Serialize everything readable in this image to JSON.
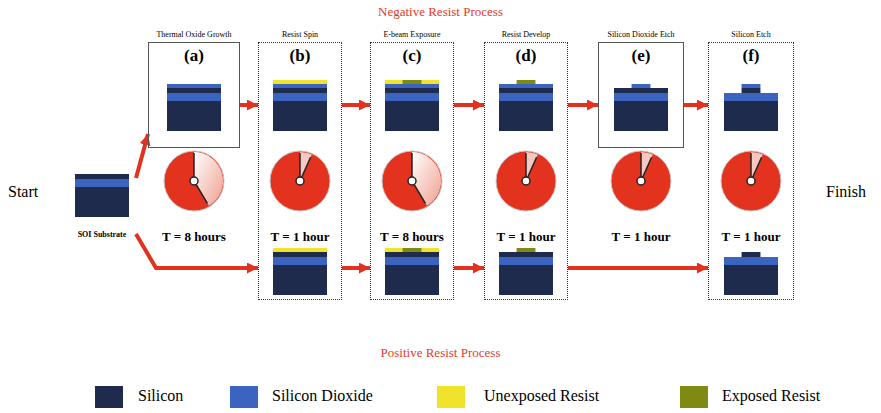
{
  "diagram": {
    "title": "Negative Resist Process",
    "caption": "Positive Resist Process",
    "nodes": [
      {
        "text": [
          "SOI Substrate"
        ]
      },
      {
        "text": [
          "Thermal Oxide Growth",
          "(a)",
          "T = 8 hours"
        ]
      },
      {
        "text": [
          "Resist Spin",
          "(b)",
          "T = 1 hour"
        ]
      },
      {
        "text": [
          "E-beam Exposure",
          "(c)",
          "T = 8 hours"
        ]
      },
      {
        "text": [
          "Resist Develop",
          "(d)",
          "T = 1 hour"
        ]
      },
      {
        "text": [
          "Silicon Dioxide Etch",
          "(e)",
          "T = 1 hour"
        ]
      },
      {
        "text": [
          "Silicon Etch",
          "(f)",
          "T = 1 hour"
        ]
      }
    ],
    "edges": [
      {
        "from": 0,
        "to": 1,
        "arrow": "to"
      },
      {
        "from": 0,
        "to": 2,
        "arrow": "to"
      },
      {
        "from": 1,
        "to": 2,
        "arrow": "to"
      },
      {
        "from": 2,
        "to": 3,
        "arrow": "to"
      },
      {
        "from": 2,
        "to": 3,
        "arrow": "to"
      },
      {
        "from": 3,
        "to": 4,
        "arrow": "to"
      },
      {
        "from": 3,
        "to": 4,
        "arrow": "to"
      },
      {
        "from": 4,
        "to": 5,
        "arrow": "to"
      },
      {
        "from": 5,
        "to": 6,
        "arrow": "to"
      },
      {
        "from": 4,
        "to": 6,
        "arrow": "to"
      }
    ],
    "labels": [
      "Start",
      "Finish"
    ],
    "legend": [
      {
        "text": "Silicon",
        "color": "#1f2b4d"
      },
      {
        "text": "Silicon Dioxide",
        "color": "#3a64bf"
      },
      {
        "text": "Unexposed Resist",
        "color": "#f1e32c"
      },
      {
        "text": "Exposed Resist",
        "color": "#7f8a12"
      }
    ]
  }
}
